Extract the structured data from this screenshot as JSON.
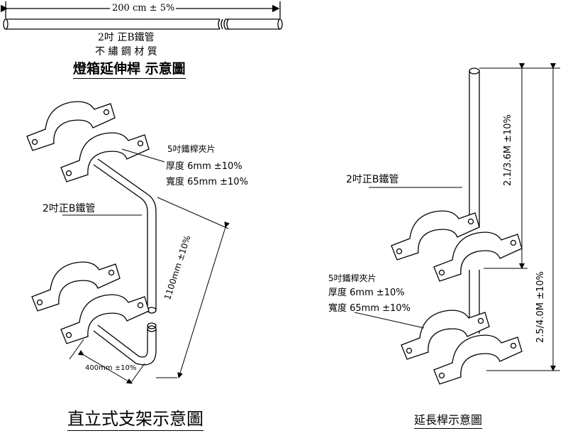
{
  "top_pipe": {
    "length_label": "200 cm ± 5%",
    "material_line1": "2吋 正B鐵管",
    "material_line2": "不 繡 鋼 材 質",
    "title": "燈箱延伸桿 示意圖"
  },
  "left_diagram": {
    "clamp_label": "5吋鐵桿夾片",
    "thickness": "厚度 6mm ±10%",
    "width": "寬度 65mm ±10%",
    "pipe_label": "2吋正B鐵管",
    "length_1100": "1100mm ±10%",
    "length_400": "400mm ±10%",
    "caption": "直立式支架示意圖"
  },
  "right_diagram": {
    "pipe_label": "2吋正B鐵管",
    "clamp_label": "5吋鐵桿夾片",
    "thickness": "厚度 6mm ±10%",
    "width": "寬度 65mm ±10%",
    "upper_length": "2.1/3.6M ±10%",
    "lower_length": "2.5/4.0M ±10%",
    "caption": "延長桿示意圖"
  }
}
